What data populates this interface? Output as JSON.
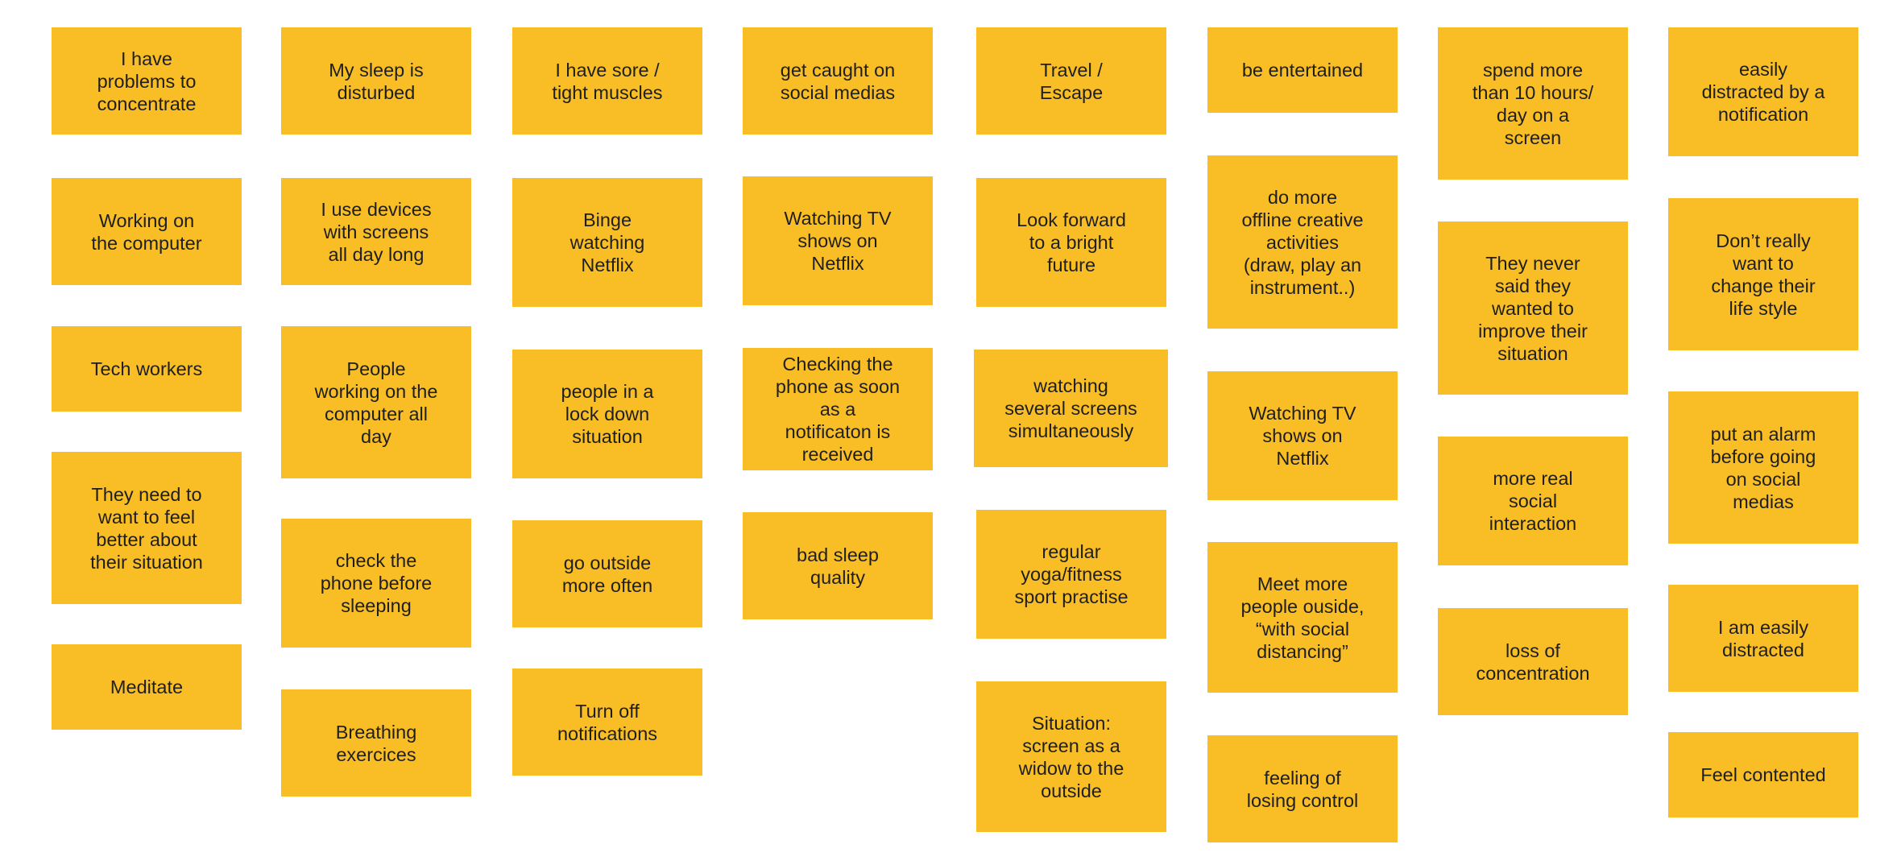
{
  "board": {
    "note_color": "#F9BE26",
    "text_color": "#1f1f1f",
    "columns": [
      {
        "notes": [
          "I have\nproblems to\nconcentrate",
          "Working on\nthe computer",
          "Tech workers",
          "They need to\nwant to feel\nbetter about\ntheir situation",
          "Meditate"
        ]
      },
      {
        "notes": [
          "My sleep is\ndisturbed",
          "I use devices\nwith screens\nall day long",
          "People\nworking on the\ncomputer all\nday",
          "check the\nphone before\nsleeping",
          "Breathing\nexercices"
        ]
      },
      {
        "notes": [
          "I have sore /\ntight muscles",
          "Binge\nwatching\nNetflix",
          "people in a\nlock down\nsituation",
          "go outside\nmore often",
          "Turn off\nnotifications"
        ]
      },
      {
        "notes": [
          "get caught on\nsocial medias",
          "Watching TV\nshows on\nNetflix",
          "Checking the\nphone as soon\nas a\nnotificaton is\nreceived",
          "bad sleep\nquality"
        ]
      },
      {
        "notes": [
          "Travel /\nEscape",
          "Look forward\nto a bright\nfuture",
          "watching\nseveral screens\nsimultaneously",
          "regular\nyoga/fitness\nsport practise",
          "Situation:\nscreen as a\nwidow to the\noutside"
        ]
      },
      {
        "notes": [
          "be entertained",
          "do more\noffline creative\nactivities\n(draw, play an\ninstrument..)",
          "Watching TV\nshows on\nNetflix",
          "Meet more\npeople ouside,\n“with social\ndistancing”",
          "feeling of\nlosing control"
        ]
      },
      {
        "notes": [
          "spend more\nthan 10 hours/\nday on a\nscreen",
          "They never\nsaid they\nwanted to\nimprove their\nsituation",
          "more real\nsocial\ninteraction",
          "loss of\nconcentration"
        ]
      },
      {
        "notes": [
          "easily\ndistracted by a\nnotification",
          "Don’t really\nwant to\nchange their\nlife style",
          "put an alarm\nbefore going\non social\nmedias",
          "I am easily\ndistracted",
          "Feel contented"
        ]
      }
    ]
  }
}
